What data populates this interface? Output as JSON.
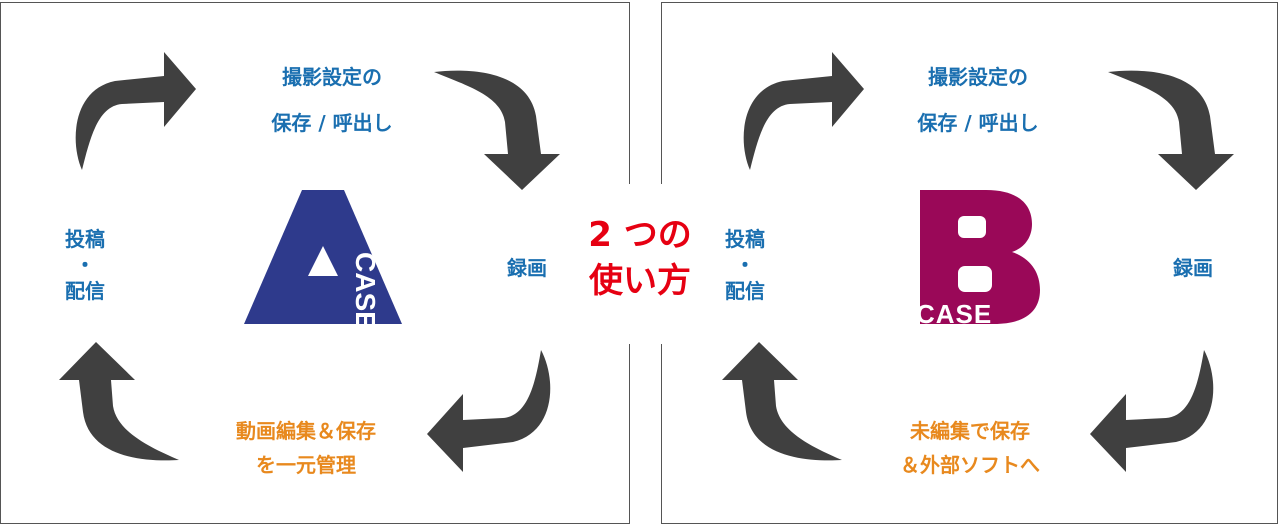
{
  "colors": {
    "step_label": "#1a6fb0",
    "edit_label": "#e8891e",
    "center_title": "#e60012",
    "arrow": "#404040",
    "case_a": "#2e3a8c",
    "case_b": "#9a0858",
    "border": "#555555"
  },
  "center_title": {
    "line1": "2 つの",
    "line2": "使い方"
  },
  "case_a": {
    "logo_letter": "A",
    "logo_word": "CASE",
    "top_line1": "撮影設定の",
    "top_line2": "保存 / 呼出し",
    "right": "録画",
    "bottom_line1": "動画編集＆保存",
    "bottom_line2": "を一元管理",
    "left_line1": "投稿",
    "left_line2": "・",
    "left_line3": "配信"
  },
  "case_b": {
    "logo_letter": "B",
    "logo_word": "CASE",
    "top_line1": "撮影設定の",
    "top_line2": "保存 / 呼出し",
    "right": "録画",
    "bottom_line1": "未編集で保存",
    "bottom_line2": "＆外部ソフトへ",
    "left_line1": "投稿",
    "left_line2": "・",
    "left_line3": "配信"
  },
  "icons": {
    "arrows": [
      "curved-arrow-right-icon",
      "curved-arrow-down-icon",
      "curved-arrow-left-icon",
      "curved-arrow-up-icon"
    ]
  }
}
